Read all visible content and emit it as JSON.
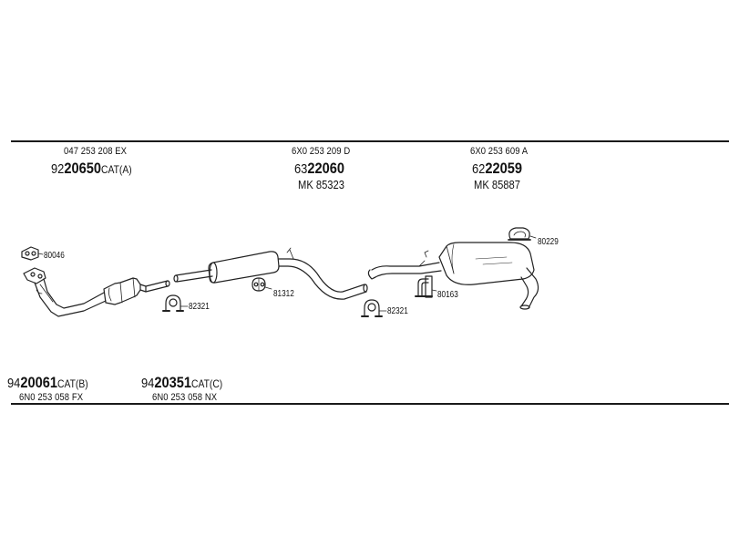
{
  "groups": [
    {
      "oem": "047 253 208 EX",
      "prefix": "92",
      "number": "20650",
      "suffix": "CAT(A)",
      "mk": ""
    },
    {
      "oem": "6X0 253 209 D",
      "prefix": "63",
      "number": "22060",
      "suffix": "",
      "mk": "MK  85323"
    },
    {
      "oem": "6X0 253 609 A",
      "prefix": "62",
      "number": "22059",
      "suffix": "",
      "mk": "MK  85887"
    },
    {
      "oem": "6N0 253 058 FX",
      "prefix": "94",
      "number": "20061",
      "suffix": "CAT(B)",
      "mk": ""
    },
    {
      "oem": "6N0 253 058 NX",
      "prefix": "94",
      "number": "20351",
      "suffix": "CAT(C)",
      "mk": ""
    }
  ],
  "labels": {
    "l80046": "80046",
    "l82321a": "82321",
    "l81312": "81312",
    "l82321b": "82321",
    "l80163": "80163",
    "l80229": "80229"
  }
}
